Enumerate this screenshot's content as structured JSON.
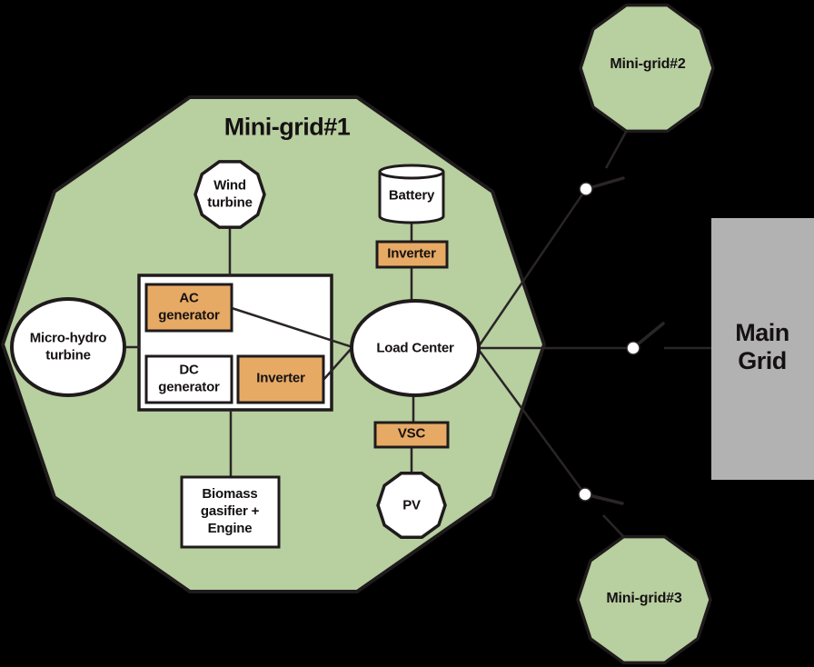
{
  "colors": {
    "background": "#000000",
    "mini_grid_green": "#b8cfa0",
    "component_orange": "#e7aa65",
    "main_grid_gray": "#b2b2b2",
    "outline_dark": "#1f1b1c",
    "connection_line": "#2a2526",
    "node_white": "#ffffff",
    "text_dark": "#151112"
  },
  "mini_grid_1": {
    "title": "Mini-grid#1",
    "components": {
      "wind_turbine": "Wind\nturbine",
      "micro_hydro_turbine": "Micro-hydro\nturbine",
      "ac_generator": "AC\ngenerator",
      "dc_generator": "DC\ngenerator",
      "generator_inverter": "Inverter",
      "battery": "Battery",
      "battery_inverter": "Inverter",
      "load_center": "Load Center",
      "vsc": "VSC",
      "pv": "PV",
      "biomass": "Biomass\ngasifier +\nEngine"
    }
  },
  "external": {
    "mini_grid_2": "Mini-grid#2",
    "mini_grid_3": "Mini-grid#3",
    "main_grid": "Main\nGrid"
  }
}
